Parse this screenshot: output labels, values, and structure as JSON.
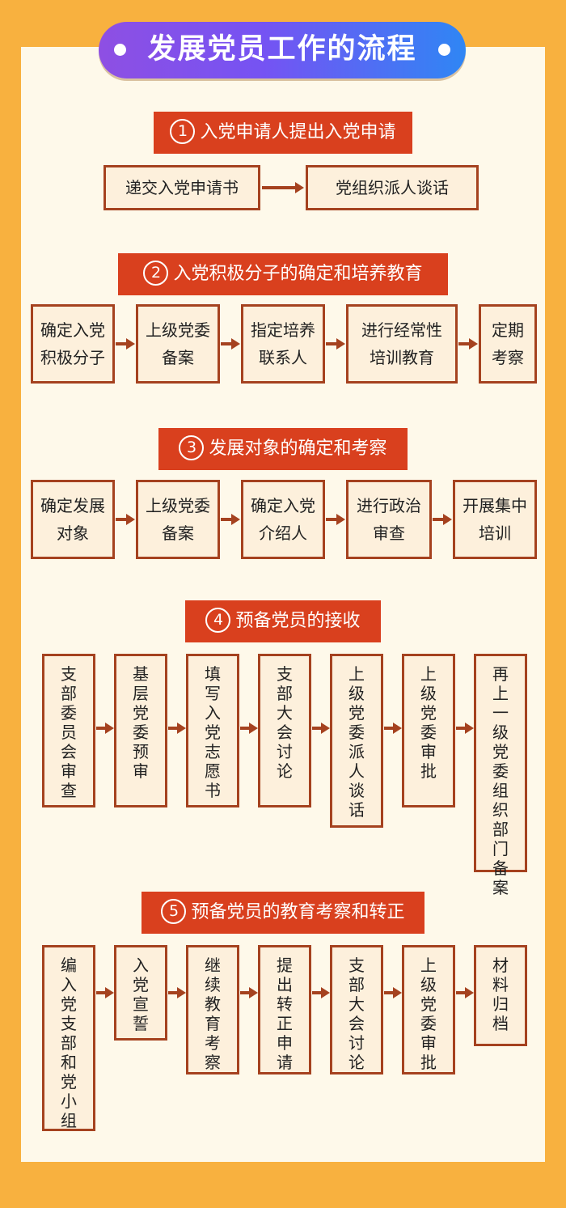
{
  "title": "发展党员工作的流程",
  "steps": [
    {
      "number": "1",
      "header": "入党申请人提出入党申请",
      "boxes": [
        "递交入党申请书",
        "党组织派人谈话"
      ]
    },
    {
      "number": "2",
      "header": "入党积极分子的确定和培养教育",
      "boxes": [
        "确定入党积极分子",
        "上级党委备案",
        "指定培养联系人",
        "进行经常性培训教育",
        "定期考察"
      ]
    },
    {
      "number": "3",
      "header": "发展对象的确定和考察",
      "boxes": [
        "确定发展对象",
        "上级党委备案",
        "确定入党介绍人",
        "进行政治审查",
        "开展集中培训"
      ]
    },
    {
      "number": "4",
      "header": "预备党员的接收",
      "boxes": [
        "支部委员会审查",
        "基层党委预审",
        "填写入党志愿书",
        "支部大会讨论",
        "上级党委派人谈话",
        "上级党委审批",
        "再上一级党委组织部门备案"
      ]
    },
    {
      "number": "5",
      "header": "预备党员的教育考察和转正",
      "boxes": [
        "编入党支部和党小组",
        "入党宣誓",
        "继续教育考察",
        "提出转正申请",
        "支部大会讨论",
        "上级党委审批",
        "材料归档"
      ]
    }
  ],
  "colors": {
    "background": "#F8B13F",
    "panel": "#FEF9EA",
    "header_red": "#D9401E",
    "box_border": "#A5421F",
    "box_fill": "#FDF0DC",
    "title_gradient": [
      "#8E4FE3",
      "#2F86F4"
    ]
  }
}
